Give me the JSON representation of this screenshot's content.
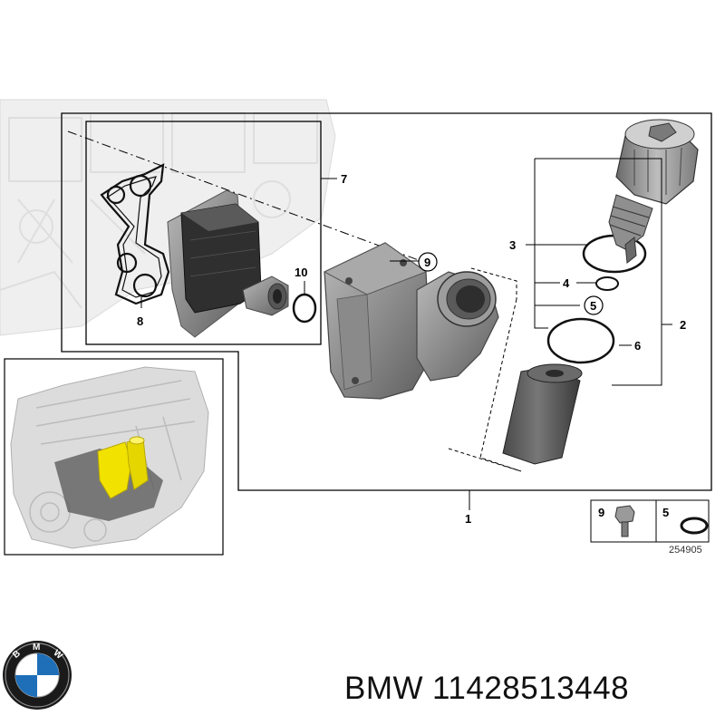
{
  "diagram": {
    "callouts": {
      "c1": "1",
      "c2": "2",
      "c3": "3",
      "c4": "4",
      "c5": "5",
      "c6": "6",
      "c7": "7",
      "c8": "8",
      "c9": "9",
      "c10": "10"
    },
    "legend": {
      "item_a_number": "9",
      "item_b_number": "5"
    },
    "drawing_number": "254905",
    "colors": {
      "line": "#000000",
      "part_gray": "#8a8a8a",
      "part_dark": "#3c3c3c",
      "engine_ghost": "#d6d6d6",
      "highlight": "#f2e200"
    }
  },
  "footer": {
    "brand": "BMW",
    "part_number": "11428513448",
    "logo": "bmw-roundel-logo"
  }
}
